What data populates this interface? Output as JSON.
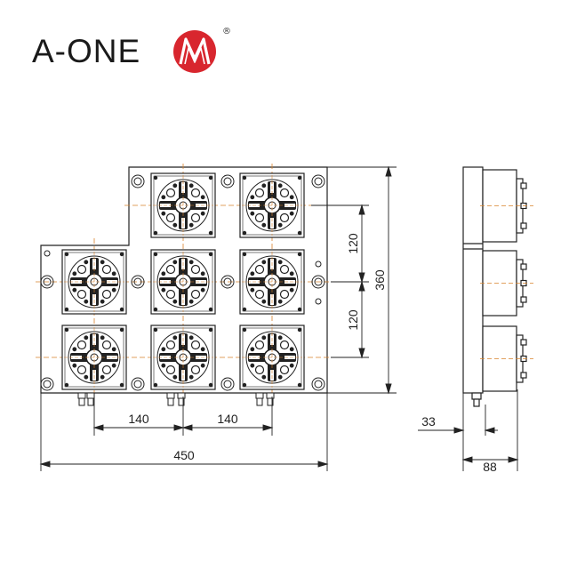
{
  "brand": {
    "name": "A-ONE",
    "registered": "®",
    "logo_color": "#d8262e"
  },
  "dimensions": {
    "width_total": "450",
    "height_total": "360",
    "pitch_x_1": "140",
    "pitch_x_2": "140",
    "pitch_y_1": "120",
    "pitch_y_2": "120",
    "side_offset": "33",
    "side_depth": "88"
  },
  "colors": {
    "line": "#222222",
    "centerline": "#d9822b"
  }
}
